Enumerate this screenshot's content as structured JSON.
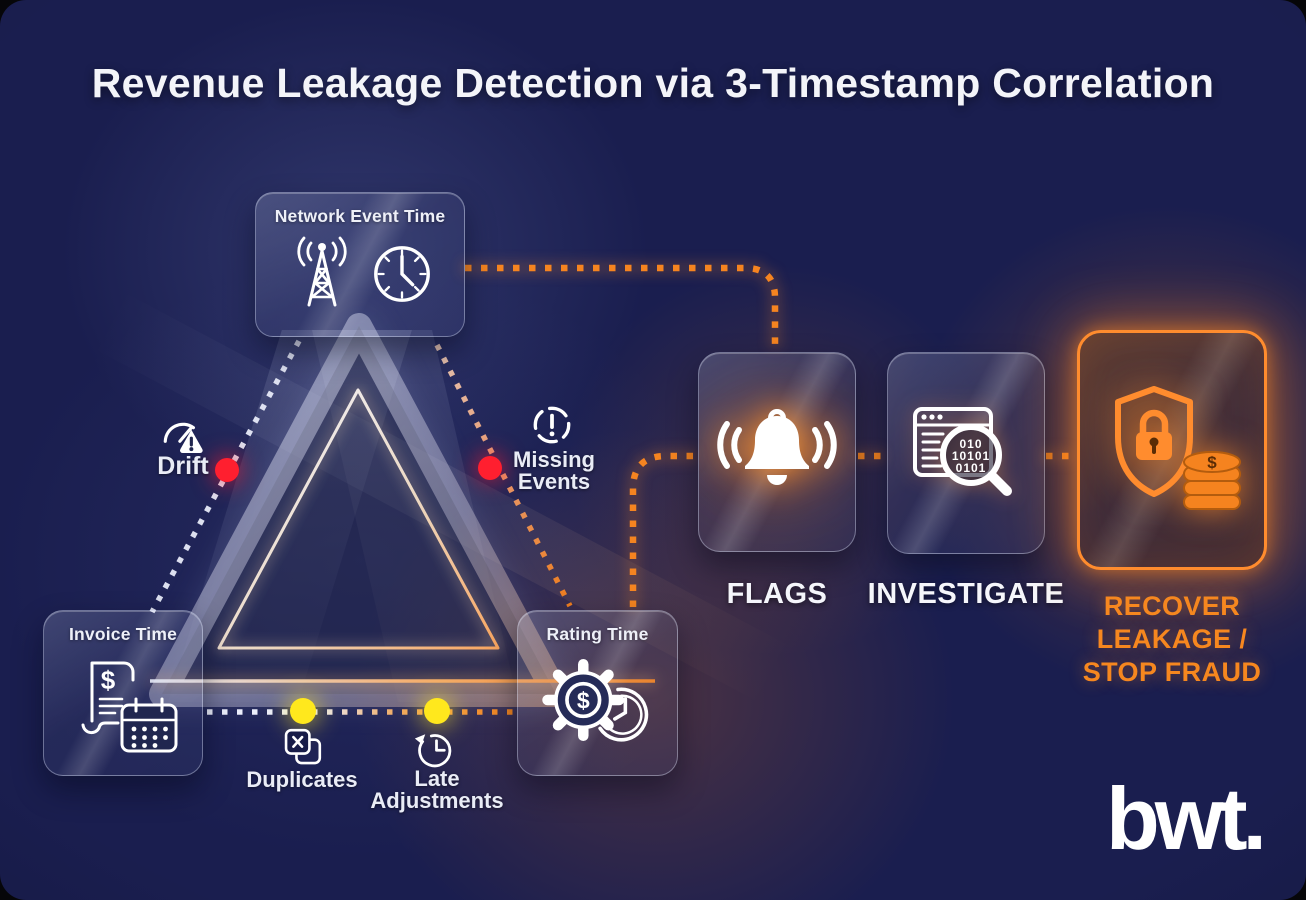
{
  "title": "Revenue Leakage Detection via 3-Timestamp Correlation",
  "colors": {
    "background": "#1a1e4f",
    "accent_orange": "#f5841f",
    "alert_red": "#ff2230",
    "warning_yellow": "#ffe81d",
    "text_white": "#f3f4f9"
  },
  "glyphs": {
    "currency_symbol": "$"
  },
  "triangle": {
    "nodes": [
      {
        "label": "Network Event Time",
        "icons": [
          "radio-tower-icon",
          "clock-icon"
        ]
      },
      {
        "label": "Invoice Time",
        "icons": [
          "invoice-icon",
          "calendar-icon"
        ]
      },
      {
        "label": "Rating Time",
        "icons": [
          "gear-dollar-icon",
          "timer-icon"
        ]
      }
    ],
    "issues": [
      {
        "label": "Drift",
        "icon": "gauge-warning-icon",
        "marker": "red"
      },
      {
        "lines": [
          "Missing",
          "Events"
        ],
        "icon": "alert-circle-icon",
        "marker": "red"
      },
      {
        "label": "Duplicates",
        "icon": "duplicate-files-icon",
        "marker": "yellow"
      },
      {
        "lines": [
          "Late",
          "Adjustments"
        ],
        "icon": "history-clock-icon",
        "marker": "yellow"
      }
    ]
  },
  "pipeline": {
    "steps": [
      {
        "label": "FLAGS",
        "icon": "alarm-bell-icon"
      },
      {
        "label": "INVESTIGATE",
        "icon": "magnifier-binary-icon",
        "binary_rows": [
          "010",
          "10101",
          "0101"
        ]
      },
      {
        "label_lines": [
          "RECOVER",
          "LEAKAGE /",
          "STOP FRAUD"
        ],
        "icon": "shield-lock-coins-icon",
        "highlighted": true
      }
    ]
  },
  "logo": {
    "text": "bwt."
  }
}
